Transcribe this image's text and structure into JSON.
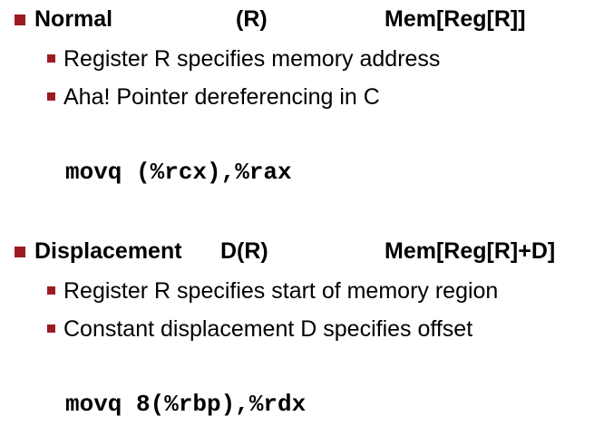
{
  "colors": {
    "bullet": "#9b1b20",
    "text": "#000000",
    "background": "#ffffff"
  },
  "normal": {
    "name": "Normal",
    "syntax": "(R)",
    "meaning": "Mem[Reg[R]]",
    "bullets": [
      "Register R specifies memory address",
      "Aha! Pointer dereferencing in C"
    ],
    "code": "movq (%rcx),%rax"
  },
  "displacement": {
    "name": "Displacement",
    "syntax": "D(R)",
    "meaning": "Mem[Reg[R]+D]",
    "bullets": [
      "Register R specifies start of memory region",
      "Constant displacement D specifies offset"
    ],
    "code": "movq 8(%rbp),%rdx"
  }
}
